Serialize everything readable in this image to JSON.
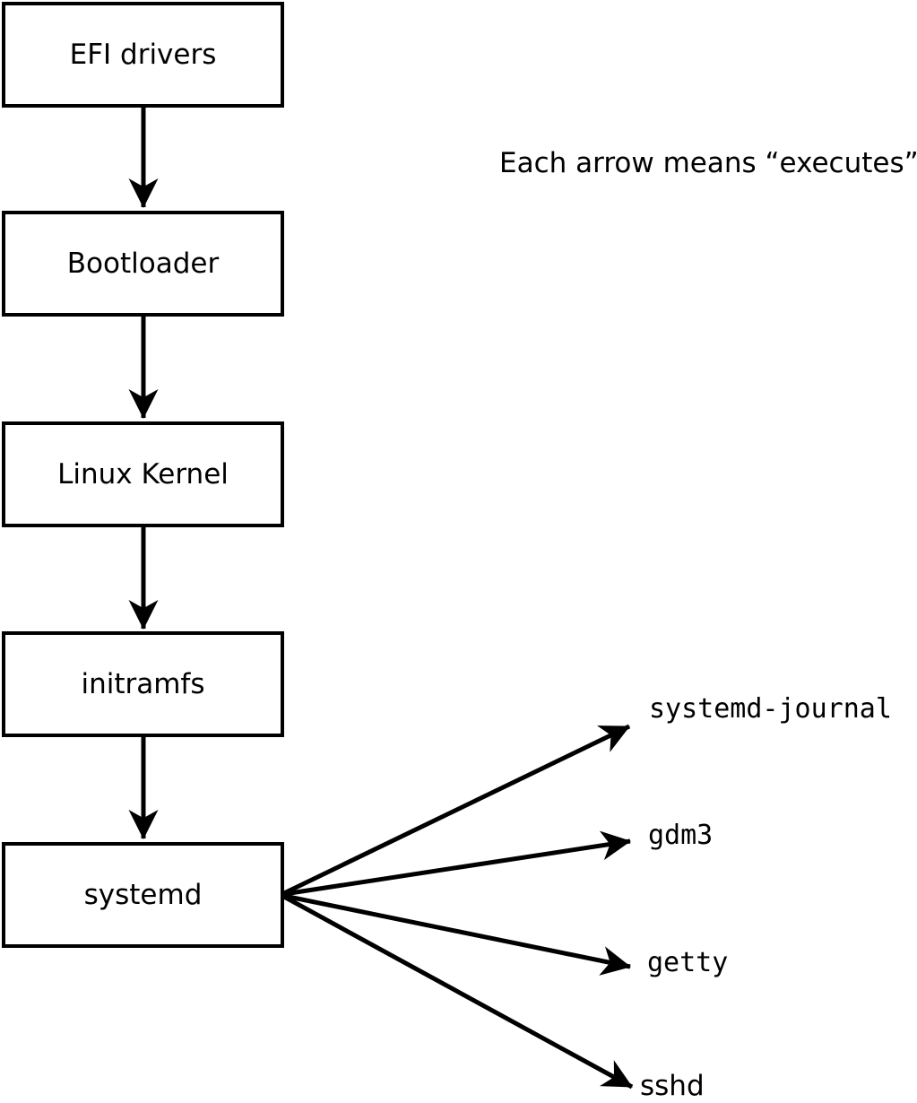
{
  "annotation": {
    "text": "Each arrow means “executes”."
  },
  "nodes": [
    {
      "id": "efi-drivers",
      "label": "EFI drivers"
    },
    {
      "id": "bootloader",
      "label": "Bootloader"
    },
    {
      "id": "linux-kernel",
      "label": "Linux Kernel"
    },
    {
      "id": "initramfs",
      "label": "initramfs"
    },
    {
      "id": "systemd",
      "label": "systemd"
    }
  ],
  "services": [
    {
      "id": "systemd-journal",
      "label": "systemd-journal"
    },
    {
      "id": "gdm3",
      "label": "gdm3"
    },
    {
      "id": "getty",
      "label": "getty"
    },
    {
      "id": "sshd",
      "label": "sshd"
    }
  ],
  "edges": [
    {
      "from": "efi-drivers",
      "to": "bootloader",
      "meaning": "executes"
    },
    {
      "from": "bootloader",
      "to": "linux-kernel",
      "meaning": "executes"
    },
    {
      "from": "linux-kernel",
      "to": "initramfs",
      "meaning": "executes"
    },
    {
      "from": "initramfs",
      "to": "systemd",
      "meaning": "executes"
    },
    {
      "from": "systemd",
      "to": "systemd-journal",
      "meaning": "executes"
    },
    {
      "from": "systemd",
      "to": "gdm3",
      "meaning": "executes"
    },
    {
      "from": "systemd",
      "to": "getty",
      "meaning": "executes"
    },
    {
      "from": "systemd",
      "to": "sshd",
      "meaning": "executes"
    }
  ],
  "colors": {
    "ink": "#000000",
    "background": "#ffffff",
    "box_fill": "#ffffff"
  }
}
